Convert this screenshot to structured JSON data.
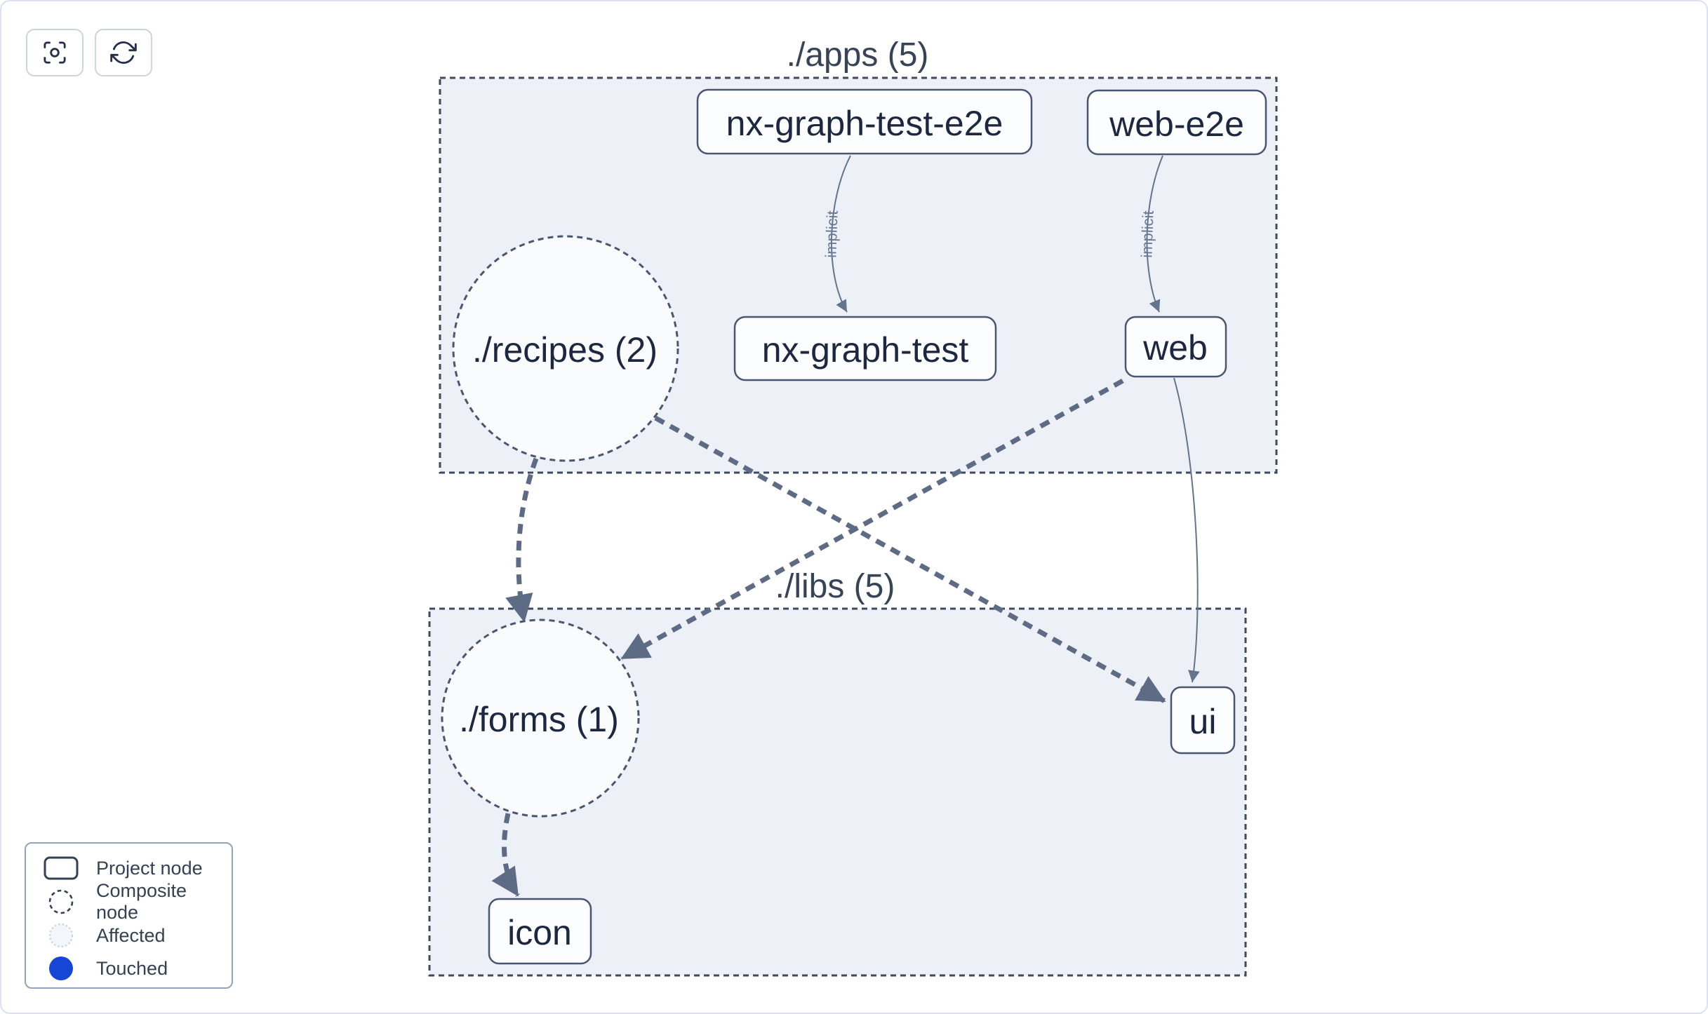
{
  "toolbar": {
    "buttons": [
      {
        "name": "center-graph",
        "icon": "focus-icon"
      },
      {
        "name": "refresh-graph",
        "icon": "refresh-icon"
      }
    ]
  },
  "graph": {
    "clusters": [
      {
        "id": "apps",
        "label": "./apps (5)"
      },
      {
        "id": "libs",
        "label": "./libs (5)"
      }
    ],
    "nodes": [
      {
        "id": "nx-graph-test-e2e",
        "label": "nx-graph-test-e2e",
        "type": "project"
      },
      {
        "id": "web-e2e",
        "label": "web-e2e",
        "type": "project"
      },
      {
        "id": "recipes",
        "label": "./recipes (2)",
        "type": "composite"
      },
      {
        "id": "nx-graph-test",
        "label": "nx-graph-test",
        "type": "project"
      },
      {
        "id": "web",
        "label": "web",
        "type": "project"
      },
      {
        "id": "forms",
        "label": "./forms (1)",
        "type": "composite"
      },
      {
        "id": "ui",
        "label": "ui",
        "type": "project"
      },
      {
        "id": "icon",
        "label": "icon",
        "type": "project"
      }
    ],
    "edges": [
      {
        "from": "nx-graph-test-e2e",
        "to": "nx-graph-test",
        "label": "implicit",
        "style": "implicit"
      },
      {
        "from": "web-e2e",
        "to": "web",
        "label": "implicit",
        "style": "implicit"
      },
      {
        "from": "web",
        "to": "ui",
        "label": "",
        "style": "direct"
      },
      {
        "from": "./recipes (2)",
        "to": "./forms (1)",
        "label": "",
        "style": "composite"
      },
      {
        "from": "./recipes (2)",
        "to": "ui",
        "label": "",
        "style": "composite"
      },
      {
        "from": "web",
        "to": "./forms (1)",
        "label": "",
        "style": "composite"
      },
      {
        "from": "./forms (1)",
        "to": "icon",
        "label": "",
        "style": "composite"
      }
    ]
  },
  "legend": {
    "items": [
      {
        "label": "Project node",
        "swatch": "project-node-swatch"
      },
      {
        "label": "Composite node",
        "swatch": "composite-node-swatch"
      },
      {
        "label": "Affected",
        "swatch": "affected-swatch"
      },
      {
        "label": "Touched",
        "swatch": "touched-swatch"
      }
    ]
  },
  "colors": {
    "cluster_fill": "#edf1f7",
    "cluster_border": "#3e4a5f",
    "node_fill": "#fcfdff",
    "node_border": "#4a5670",
    "edge_thick": "#5d6c84",
    "edge_thin": "#64748b",
    "node_text": "#1d2840",
    "touched_blue": "#1746d7",
    "affected_fill": "#f3f6fa"
  }
}
